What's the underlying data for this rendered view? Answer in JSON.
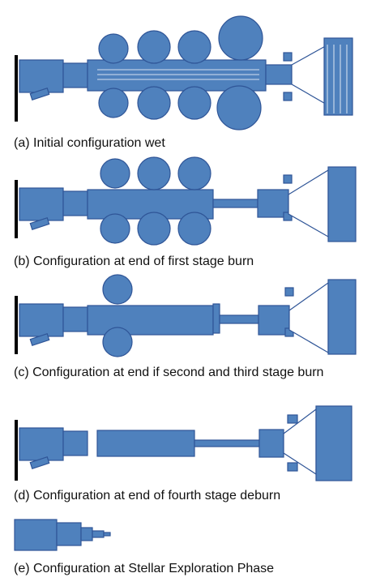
{
  "captions": {
    "a": "(a) Initial configuration wet",
    "b": "(b) Configuration at end of first stage burn",
    "c": "(c) Configuration at end if second and third stage burn",
    "d": "(d) Configuration at end of fourth stage deburn",
    "e": "(e) Configuration at Stellar Exploration Phase"
  },
  "colors": {
    "hull": "#4f81bd",
    "outline": "#2f5597",
    "boom": "#000000",
    "text": "#111111"
  }
}
